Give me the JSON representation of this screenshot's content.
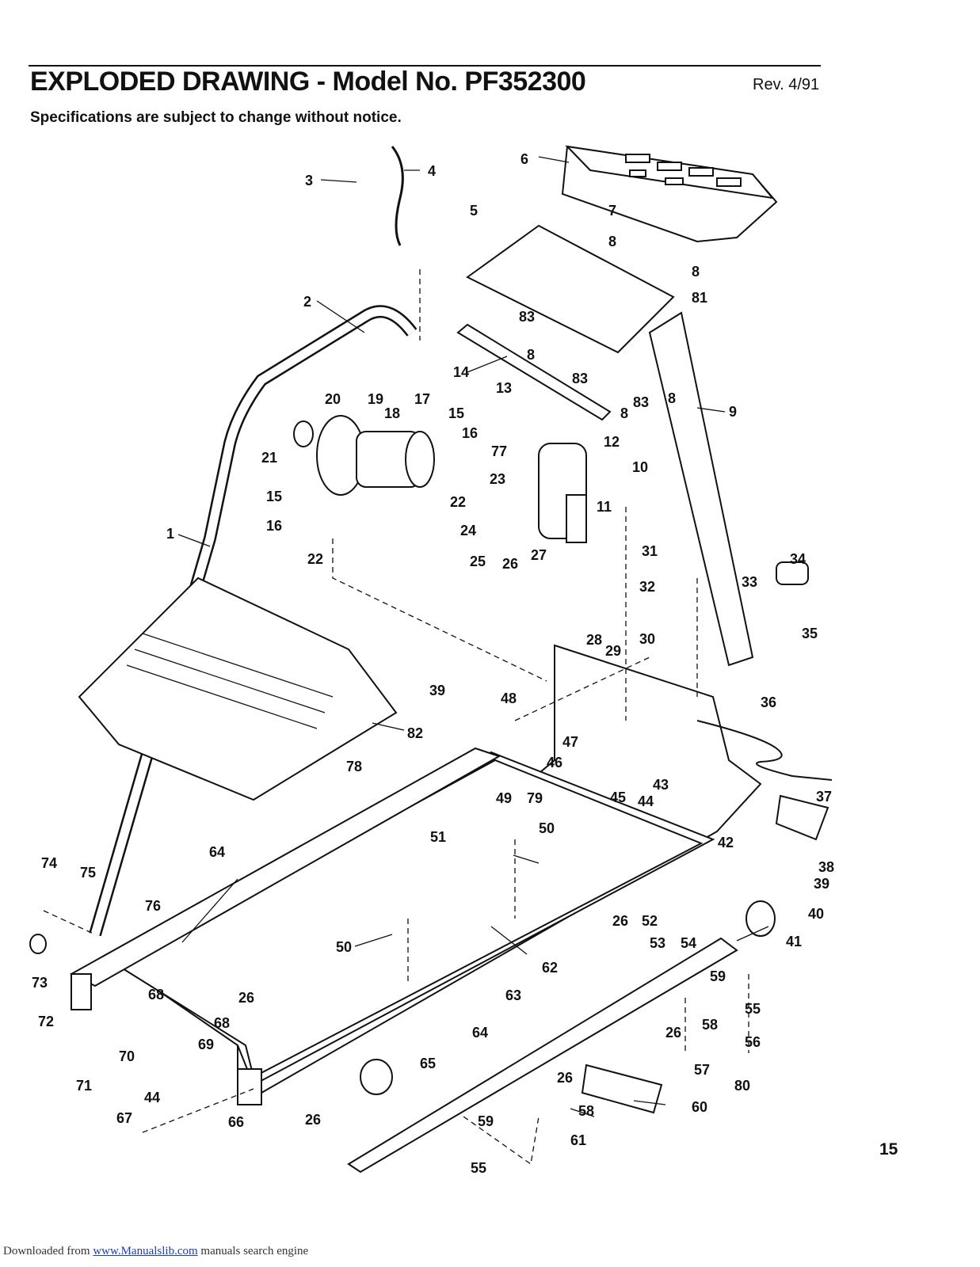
{
  "header": {
    "title": "EXPLODED DRAWING - Model No. PF352300",
    "revision": "Rev. 4/91",
    "subtitle": "Specifications are subject to change without notice."
  },
  "page_number": "15",
  "footer": {
    "prefix": "Downloaded from ",
    "link_text": "www.Manualslib.com",
    "suffix": " manuals search engine"
  },
  "callouts": [
    "1",
    "2",
    "3",
    "4",
    "5",
    "6",
    "7",
    "8",
    "9",
    "10",
    "11",
    "12",
    "13",
    "14",
    "15",
    "16",
    "17",
    "18",
    "19",
    "20",
    "21",
    "22",
    "23",
    "24",
    "25",
    "26",
    "27",
    "28",
    "29",
    "30",
    "31",
    "32",
    "33",
    "34",
    "35",
    "36",
    "37",
    "38",
    "39",
    "40",
    "41",
    "42",
    "43",
    "44",
    "45",
    "46",
    "47",
    "48",
    "49",
    "50",
    "51",
    "52",
    "53",
    "54",
    "55",
    "56",
    "57",
    "58",
    "59",
    "60",
    "61",
    "62",
    "63",
    "64",
    "65",
    "66",
    "67",
    "68",
    "69",
    "70",
    "71",
    "72",
    "73",
    "74",
    "75",
    "76",
    "77",
    "78",
    "79",
    "80",
    "81",
    "82",
    "83"
  ]
}
